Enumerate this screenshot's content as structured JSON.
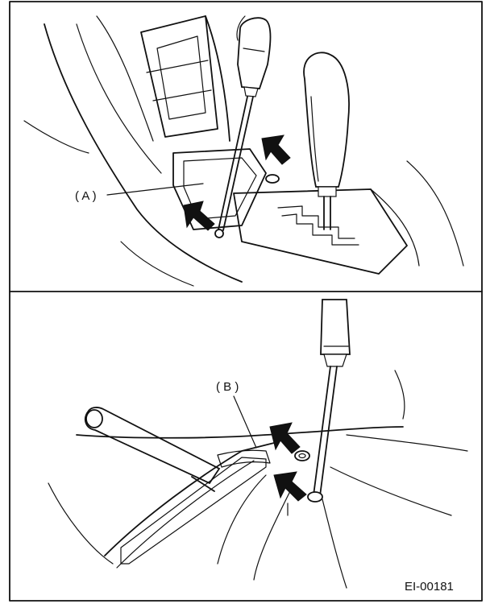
{
  "labels": {
    "part_a": "( A )",
    "part_b": "( B )",
    "figure_id": "EI-00181"
  }
}
